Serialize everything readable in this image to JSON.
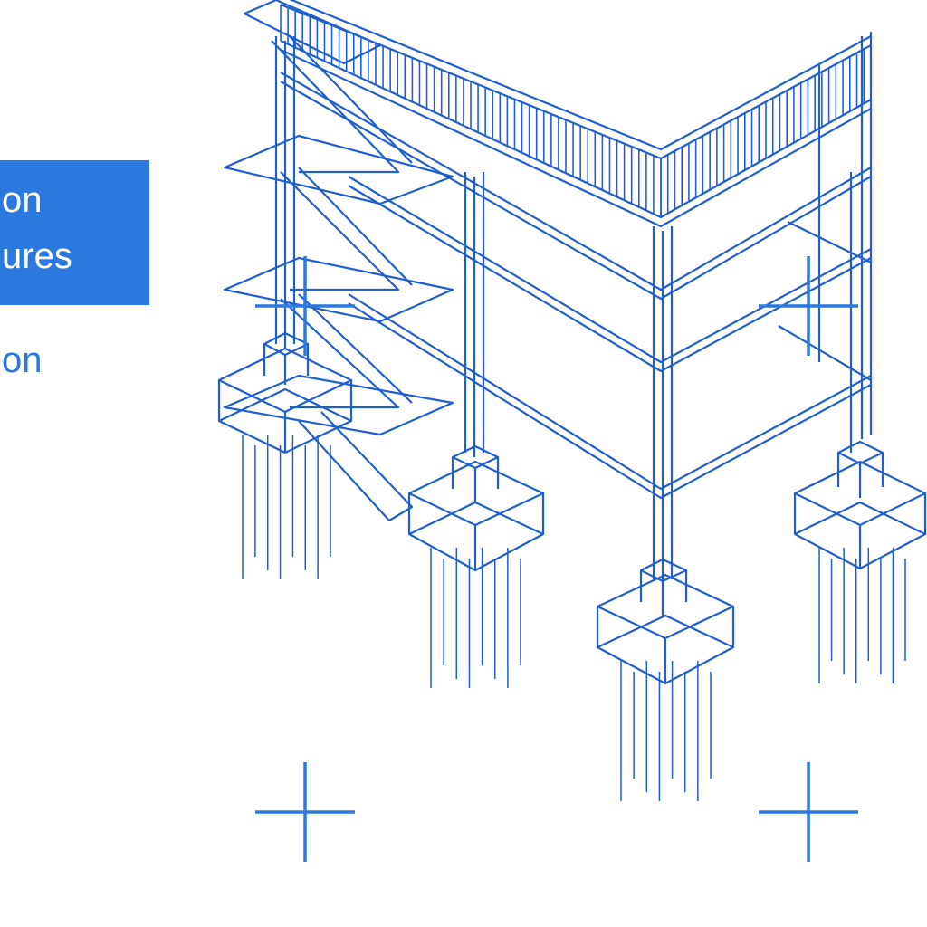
{
  "menu": {
    "active_item": {
      "line1": "on",
      "line2": "ures"
    },
    "item2": {
      "label": "on"
    }
  },
  "colors": {
    "accent": "#2b78de",
    "line": "#1f5fd0",
    "background": "#ffffff"
  },
  "icons": [
    "plus-marker-icon"
  ]
}
